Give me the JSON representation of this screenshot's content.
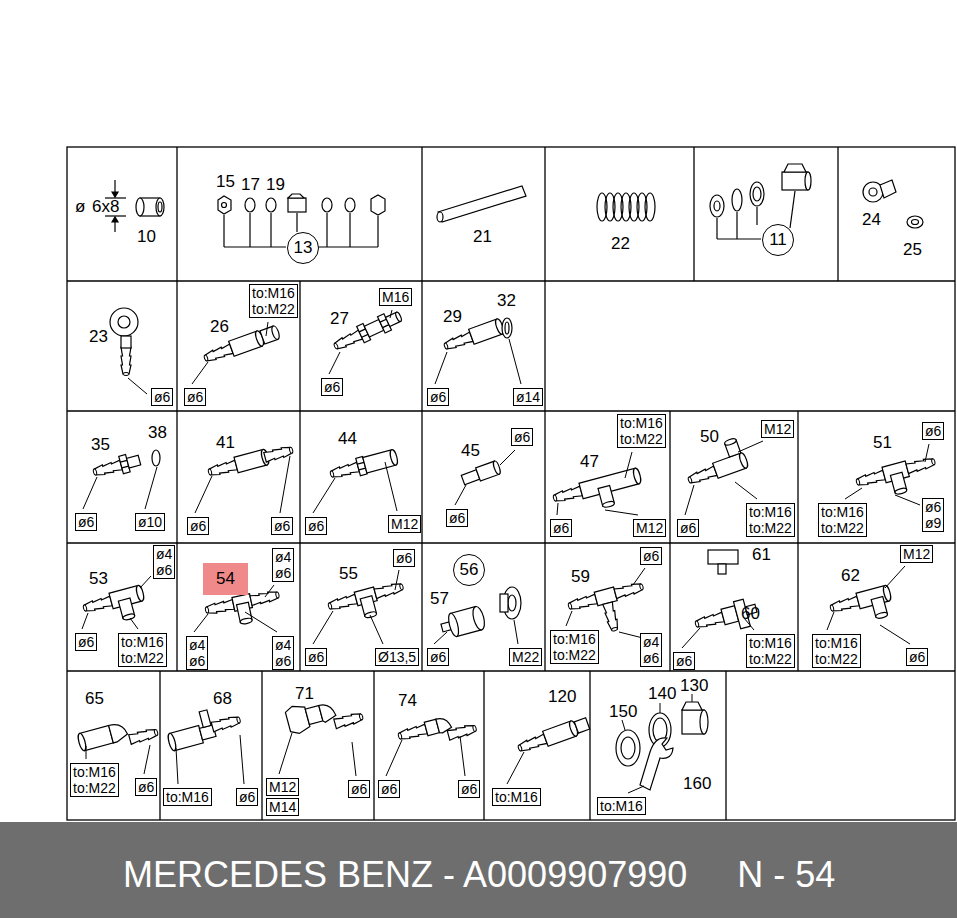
{
  "diagram": {
    "caption": "MERCEDES BENZ - A0009907990     N - 54",
    "nodes": [
      {
        "text": [
          "13"
        ]
      },
      {
        "text": [
          "11"
        ]
      },
      {
        "text": [
          "ø6"
        ]
      },
      {
        "text": [
          "to:M16 to:M22"
        ]
      },
      {
        "text": [
          "ø6"
        ]
      },
      {
        "text": [
          "M16"
        ]
      },
      {
        "text": [
          "ø6"
        ]
      },
      {
        "text": [
          "ø6"
        ]
      },
      {
        "text": [
          "ø14"
        ]
      },
      {
        "text": [
          "ø6"
        ]
      },
      {
        "text": [
          "ø10"
        ]
      },
      {
        "text": [
          "ø6"
        ]
      },
      {
        "text": [
          "ø6"
        ]
      },
      {
        "text": [
          "ø6"
        ]
      },
      {
        "text": [
          "M12"
        ]
      },
      {
        "text": [
          "ø6"
        ]
      },
      {
        "text": [
          "ø6"
        ]
      },
      {
        "text": [
          "to:M16 to:M22"
        ]
      },
      {
        "text": [
          "ø6"
        ]
      },
      {
        "text": [
          "M12"
        ]
      },
      {
        "text": [
          "M12"
        ]
      },
      {
        "text": [
          "ø6"
        ]
      },
      {
        "text": [
          "to:M16 to:M22"
        ]
      },
      {
        "text": [
          "ø6"
        ]
      },
      {
        "text": [
          "to:M16 to:M22"
        ]
      },
      {
        "text": [
          "ø6 ø9"
        ]
      },
      {
        "text": [
          "ø4 ø6"
        ]
      },
      {
        "text": [
          "ø6"
        ]
      },
      {
        "text": [
          "to:M16 to:M22"
        ]
      },
      {
        "text": [
          "54"
        ]
      },
      {
        "text": [
          "ø4 ø6"
        ]
      },
      {
        "text": [
          "ø4 ø6"
        ]
      },
      {
        "text": [
          "ø4 ø6"
        ]
      },
      {
        "text": [
          "ø6"
        ]
      },
      {
        "text": [
          "ø6"
        ]
      },
      {
        "text": [
          "Ø13,5"
        ]
      },
      {
        "text": [
          "56"
        ]
      },
      {
        "text": [
          "ø6"
        ]
      },
      {
        "text": [
          "M22"
        ]
      },
      {
        "text": [
          "ø6"
        ]
      },
      {
        "text": [
          "to:M16 to:M22"
        ]
      },
      {
        "text": [
          "ø4 ø6"
        ]
      },
      {
        "text": [
          "ø6"
        ]
      },
      {
        "text": [
          "to:M16 to:M22"
        ]
      },
      {
        "text": [
          "M12"
        ]
      },
      {
        "text": [
          "to:M16 to:M22"
        ]
      },
      {
        "text": [
          "ø6"
        ]
      },
      {
        "text": [
          "to:M16 to:M22"
        ]
      },
      {
        "text": [
          "ø6"
        ]
      },
      {
        "text": [
          "to:M16"
        ]
      },
      {
        "text": [
          "ø6"
        ]
      },
      {
        "text": [
          "M12"
        ]
      },
      {
        "text": [
          "M14"
        ]
      },
      {
        "text": [
          "ø6"
        ]
      },
      {
        "text": [
          "ø6"
        ]
      },
      {
        "text": [
          "ø6"
        ]
      },
      {
        "text": [
          "to:M16"
        ]
      },
      {
        "text": [
          "to:M16"
        ]
      }
    ],
    "labels": [
      "ø",
      "6x8",
      "10",
      "15",
      "17",
      "19",
      "21",
      "22",
      "24",
      "25",
      "23",
      "26",
      "27",
      "29",
      "32",
      "35",
      "38",
      "41",
      "44",
      "45",
      "47",
      "50",
      "51",
      "53",
      "55",
      "57",
      "59",
      "61",
      "60",
      "62",
      "65",
      "68",
      "71",
      "74",
      "120",
      "150",
      "140",
      "130",
      "160"
    ]
  }
}
